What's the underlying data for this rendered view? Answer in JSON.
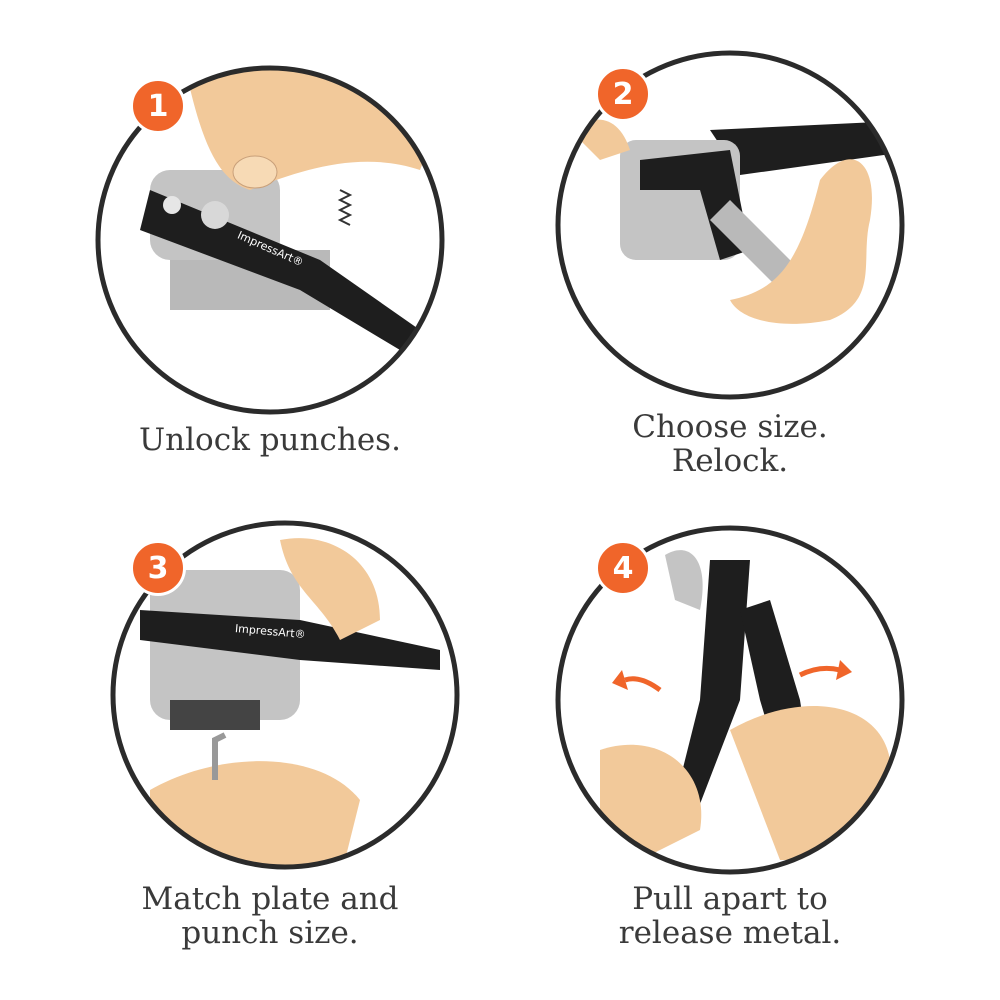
{
  "colors": {
    "badge": "#f0652a",
    "ring": "#2b2b2b",
    "skin": "#f2c99a",
    "tool_black": "#1e1e1e",
    "tool_gray": "#b9b9b9"
  },
  "brand_logo_text": "ImpressArt®",
  "steps": [
    {
      "number": "1",
      "caption_lines": [
        "Unlock punches."
      ]
    },
    {
      "number": "2",
      "caption_lines": [
        "Choose size.",
        "Relock."
      ]
    },
    {
      "number": "3",
      "caption_lines": [
        "Match plate and",
        "punch size."
      ]
    },
    {
      "number": "4",
      "caption_lines": [
        "Pull apart to",
        "release metal."
      ]
    }
  ]
}
